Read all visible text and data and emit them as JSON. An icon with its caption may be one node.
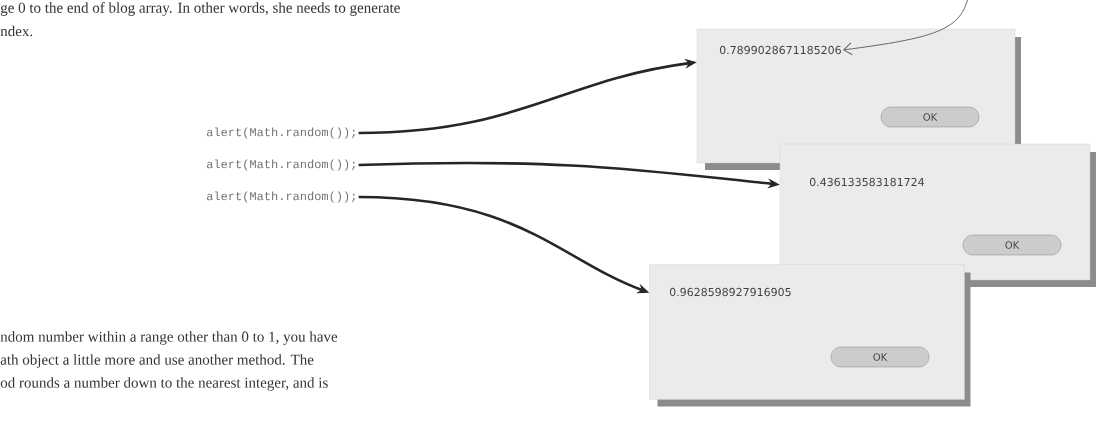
{
  "diagram": {
    "nodes": [
      {
        "text": [
          "alert(Math.random());"
        ]
      },
      {
        "text": [
          "alert(Math.random());"
        ]
      },
      {
        "text": [
          "alert(Math.random());"
        ]
      },
      {
        "text": [],
        "shape": "box"
      },
      {
        "text": [
          "0.7899028671185206"
        ],
        "in": 3
      },
      {
        "text": [
          "OK"
        ],
        "in": 3
      },
      {
        "text": [],
        "shape": "box"
      },
      {
        "text": [
          "0.436133583181724"
        ],
        "in": 6
      },
      {
        "text": [
          "OK"
        ],
        "in": 6
      },
      {
        "text": [],
        "shape": "box"
      },
      {
        "text": [
          "0.9628598927916905"
        ],
        "in": 9
      },
      {
        "text": [
          "OK"
        ],
        "in": 9
      }
    ],
    "edges": [
      {
        "from": 0,
        "to": 3,
        "arrow": "to"
      },
      {
        "from": 1,
        "to": 6,
        "arrow": "to"
      },
      {
        "from": 2,
        "to": 9,
        "arrow": "to"
      },
      {
        "from": null,
        "to": 4,
        "arrow": "to"
      }
    ],
    "labels": [
      "ge 0 to the end of blog array. In other words, she needs to generate",
      "ndex.",
      "ndom number within a range other than 0 to 1, you have",
      "ath object a little more and use another method. The",
      "od rounds a number down to the nearest integer, and is"
    ]
  }
}
